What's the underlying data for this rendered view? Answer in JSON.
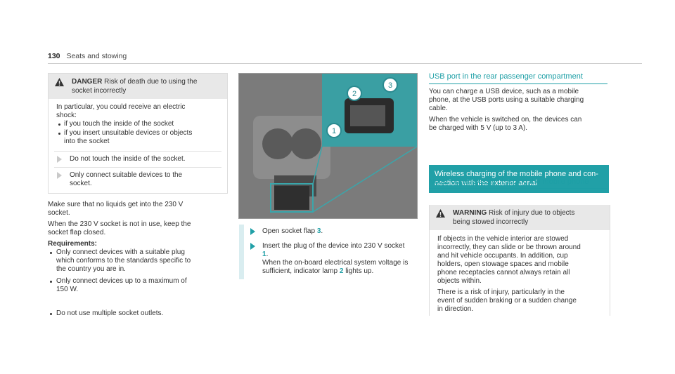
{
  "header": {
    "page_number": "130",
    "section": "Seats and stowing"
  },
  "danger_box": {
    "label": "DANGER",
    "title_line1": "Risk of death due to using the",
    "title_line2": "socket incorrectly",
    "intro_line1": "In particular, you could receive an electric",
    "intro_line2": "shock:",
    "bullets": [
      "if you touch the inside of the socket",
      "if you insert unsuitable devices or objects",
      "into the socket"
    ],
    "actions": [
      "Do not touch the inside of the socket.",
      "Only connect suitable devices to the",
      "socket."
    ]
  },
  "left_text": {
    "para1_line1": "Make sure that no liquids get into the 230 V",
    "para1_line2": "socket.",
    "para2_line1": "When the 230 V socket is not in use, keep the",
    "para2_line2": "socket flap closed.",
    "requirements_heading": "Requirements:",
    "requirements": [
      "Only connect devices with a suitable plug",
      "which conforms to the standards specific to",
      "the country you are in.",
      "Only connect devices up to a maximum of",
      "150 W.",
      "Do not use multiple socket outlets."
    ]
  },
  "figure": {
    "callouts": [
      "1",
      "2",
      "3"
    ],
    "steps": [
      "Open socket flap",
      "Insert the plug of the device into 230 V socket",
      "When the on-board electrical system voltage is",
      "sufficient, indicator lamp",
      "lights up."
    ]
  },
  "right_col": {
    "usb_heading": "USB port in the rear passenger compartment",
    "usb_lines": [
      "You can charge a USB device, such as a mobile",
      "phone, at the USB ports using a suitable charging",
      "cable.",
      "When the vehicle is switched on, the devices can",
      "be charged with 5 V (up to 3 A)."
    ],
    "banner_line1": "Wireless charging of the mobile phone and con-",
    "banner_line2": "nection with the exterior aerial",
    "notes_heading": "Notes on wirelessly charging the mobile phone",
    "warning_label": "WARNING",
    "warning_title1": "Risk of injury due to objects",
    "warning_title2": "being stowed incorrectly",
    "warning_lines": [
      "If objects in the vehicle interior are stowed",
      "incorrectly, they can slide or be thrown around",
      "and hit vehicle occupants. In addition, cup",
      "holders, open stowage spaces and mobile",
      "phone receptacles cannot always retain all",
      "objects within.",
      "There is a risk of injury, particularly in the",
      "event of sudden braking or a sudden change",
      "in direction."
    ]
  },
  "colors": {
    "accent": "#1e9fa6",
    "box_header": "#e8e8e8"
  }
}
